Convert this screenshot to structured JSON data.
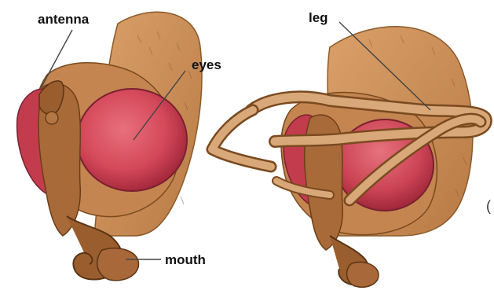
{
  "labels": {
    "antenna": "antenna",
    "eyes": "eyes",
    "mouth": "mouth",
    "leg": "leg"
  },
  "colors": {
    "head_fur": "#c98a52",
    "head_dark": "#8a5a2a",
    "eye_red": "#d4485a",
    "eye_shade": "#a82a3c",
    "leg": "#d9a878",
    "leader_line": "#444444"
  }
}
